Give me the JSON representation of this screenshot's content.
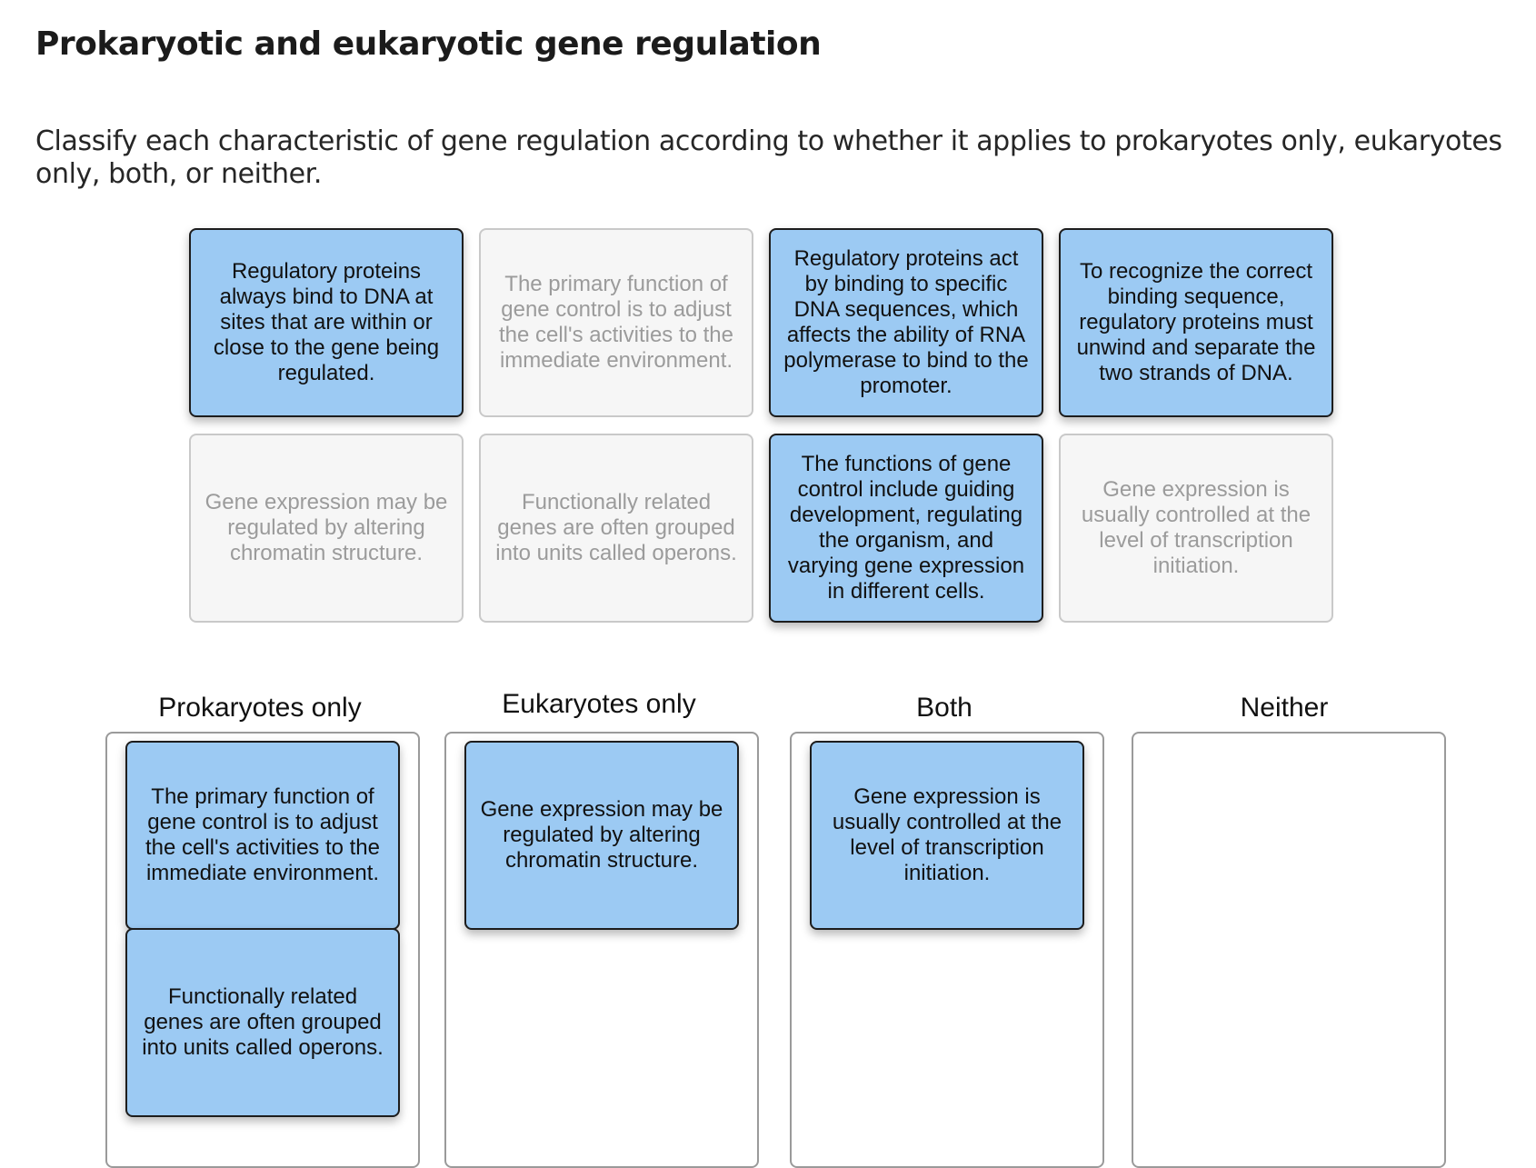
{
  "title": "Prokaryotic and eukaryotic gene regulation",
  "instructions": "Classify each characteristic of gene regulation according to whether it applies to prokaryotes only, eukaryotes only, both, or neither.",
  "pool": [
    {
      "text": "Regulatory proteins always bind to DNA at sites that are within or close to the gene being regulated.",
      "state": "active"
    },
    {
      "text": "The primary function of gene control is to adjust the cell's activities to the immediate environment.",
      "state": "placed"
    },
    {
      "text": "Regulatory proteins act by binding to specific DNA sequences, which affects the ability of RNA polymerase to bind to the promoter.",
      "state": "active"
    },
    {
      "text": "To recognize the correct binding sequence, regulatory proteins must unwind and separate the two strands of DNA.",
      "state": "active"
    },
    {
      "text": "Gene expression may be regulated by altering chromatin structure.",
      "state": "placed"
    },
    {
      "text": "Functionally related genes are often grouped into units called operons.",
      "state": "placed"
    },
    {
      "text": "The functions of gene control include guiding development, regulating the organism, and varying gene expression in different cells.",
      "state": "active"
    },
    {
      "text": "Gene expression is usually controlled at the level of transcription initiation.",
      "state": "placed"
    }
  ],
  "bins": [
    {
      "label": "Prokaryotes only",
      "cards": [
        "The primary function of gene control is to adjust the cell's activities to the immediate environment.",
        "Functionally related genes are often grouped into units called operons."
      ]
    },
    {
      "label": "Eukaryotes only",
      "cards": [
        "Gene expression may be regulated by altering chromatin structure."
      ]
    },
    {
      "label": "Both",
      "cards": [
        "Gene expression is usually controlled at the level of transcription initiation."
      ]
    },
    {
      "label": "Neither",
      "cards": []
    }
  ]
}
